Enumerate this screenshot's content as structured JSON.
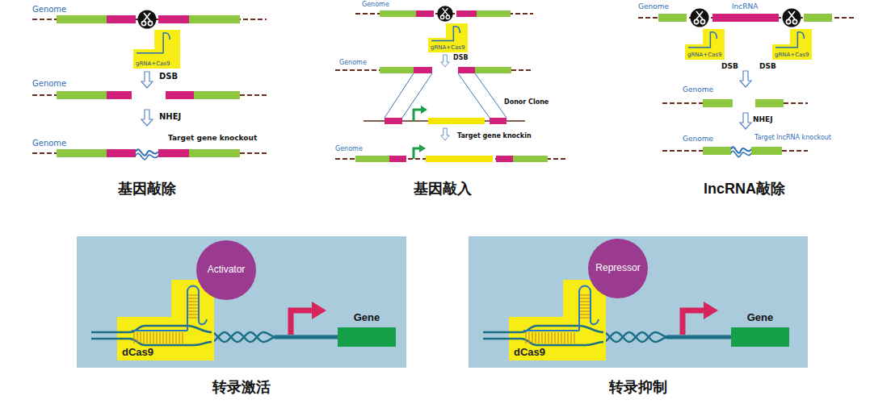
{
  "diagram": {
    "nodes": [
      {
        "text": [
          "gRNA+Cas9"
        ]
      },
      {
        "text": [
          "gRNA+Cas9"
        ]
      },
      {
        "text": [
          "gRNA+Cas9"
        ]
      },
      {
        "text": [
          "gRNA+Cas9"
        ]
      },
      {
        "text": [
          "Activator"
        ]
      },
      {
        "text": [
          "dCas9"
        ]
      },
      {
        "text": [
          "Gene"
        ]
      },
      {
        "text": [
          "Repressor"
        ]
      },
      {
        "text": [
          "dCas9"
        ]
      },
      {
        "text": [
          "Gene"
        ]
      }
    ],
    "labels": [
      "Genome",
      "DSB",
      "Genome",
      "NHEJ",
      "Genome",
      "Target gene knockout",
      "基因敲除",
      "Genome",
      "DSB",
      "Genome",
      "Donor Clone",
      "Target gene knockin",
      "Genome",
      "基因敲入",
      "Genome",
      "lncRNA",
      "DSB",
      "DSB",
      "Genome",
      "NHEJ",
      "Genome",
      "Target lncRNA knockout",
      "lncRNA敲除",
      "转录激活",
      "转录抑制"
    ]
  }
}
